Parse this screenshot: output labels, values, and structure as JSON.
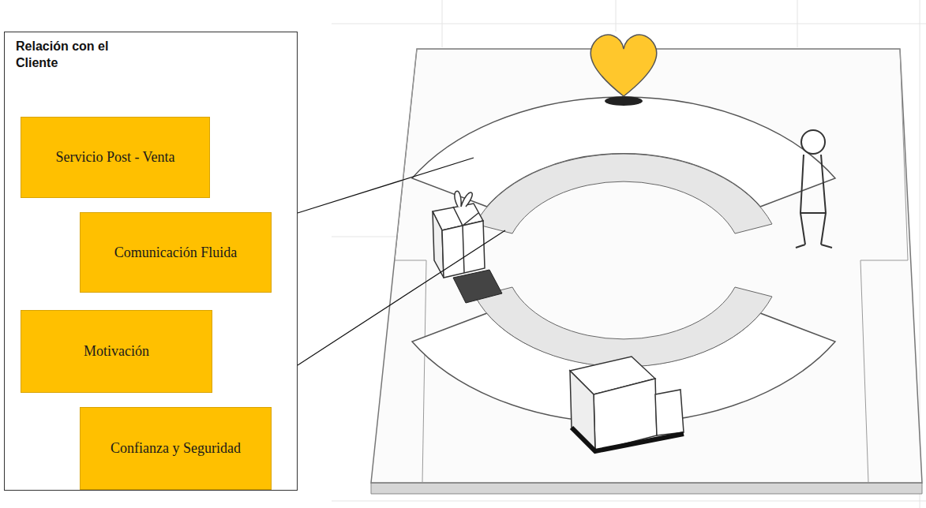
{
  "diagram": {
    "nodes": [
      {
        "text": [
          "Relación con el Cliente"
        ]
      },
      {
        "text": [
          "Servicio Post - Venta"
        ],
        "in": 0
      },
      {
        "text": [
          "Comunicación Fluida"
        ],
        "in": 0
      },
      {
        "text": [
          "Motivación"
        ],
        "in": 0
      },
      {
        "text": [
          "Confianza y Seguridad"
        ],
        "in": 0
      }
    ],
    "edges": []
  }
}
